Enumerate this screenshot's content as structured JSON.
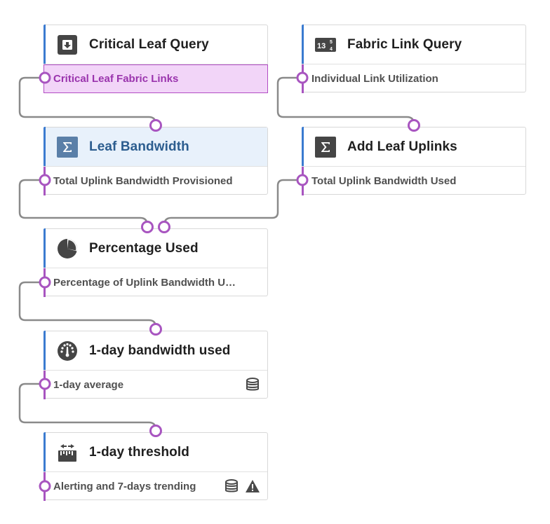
{
  "colors": {
    "accent_bar": "#3b7bd0",
    "port": "#a855c0",
    "wire": "#8a8a8a",
    "highlight_fill": "#f2d5f8",
    "selected_fill": "#e8f1fb"
  },
  "nodes": {
    "critical_leaf_query": {
      "title": "Critical Leaf Query",
      "icon": "download-box-icon",
      "output": "Critical Leaf Fabric Links",
      "output_highlighted": true
    },
    "fabric_link_query": {
      "title": "Fabric Link Query",
      "icon": "number-grid-icon",
      "icon_text": "13",
      "icon_sup": "5",
      "icon_sub": "4",
      "output": "Individual Link Utilization"
    },
    "leaf_bandwidth": {
      "title": "Leaf Bandwidth",
      "icon": "sigma-icon",
      "output": "Total Uplink Bandwidth Provisioned",
      "selected": true
    },
    "add_leaf_uplinks": {
      "title": "Add Leaf Uplinks",
      "icon": "sigma-icon",
      "output": "Total Uplink Bandwidth Used"
    },
    "percentage_used": {
      "title": "Percentage Used",
      "icon": "pie-chart-icon",
      "output": "Percentage of Uplink Bandwidth U…"
    },
    "one_day_bandwidth": {
      "title": "1-day bandwidth used",
      "icon": "gauge-icon",
      "output": "1-day average",
      "output_icons": [
        "database-icon"
      ]
    },
    "one_day_threshold": {
      "title": "1-day threshold",
      "icon": "threshold-icon",
      "output": "Alerting and 7-days trending",
      "output_icons": [
        "database-icon",
        "warning-icon"
      ]
    }
  }
}
